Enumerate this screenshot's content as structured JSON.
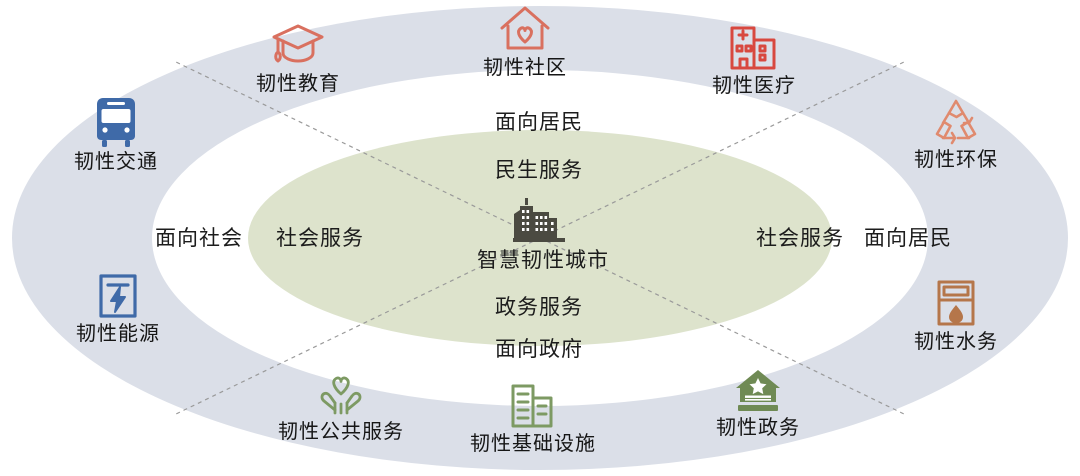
{
  "figure": {
    "type": "concentric-ring-diagram",
    "background": "#ffffff"
  },
  "colors": {
    "outer_ring": "#dbdfe8",
    "middle_ring": "#ffffff",
    "core_ellipse": "#dde3cc",
    "spoke_line": "#9a9a9a",
    "text": "#1c1c1c",
    "blue_icon": "#3f6aa8",
    "coral_icon": "#d9705f",
    "red_icon": "#d8483f",
    "salmon_icon": "#e08a6e",
    "brown_icon": "#b5764a",
    "green_icon": "#7d9a63",
    "dark_green_icon": "#6f8a54",
    "city_icon": "#4b4a41"
  },
  "core": {
    "center_label": "智慧韧性城市",
    "center_icon": "city-buildings-icon",
    "top_label": "民生服务",
    "bottom_label": "政务服务",
    "left_label": "社会服务",
    "right_label": "社会服务"
  },
  "middle_ring": {
    "top_label": "面向居民",
    "bottom_label": "面向政府",
    "left_label": "面向社会",
    "right_label": "面向居民"
  },
  "nodes": [
    {
      "label": "韧性教育",
      "icon": "graduation-cap-icon",
      "color": "#d9705f"
    },
    {
      "label": "韧性社区",
      "icon": "house-heart-icon",
      "color": "#d9705f"
    },
    {
      "label": "韧性医疗",
      "icon": "hospital-icon",
      "color": "#d8483f"
    },
    {
      "label": "韧性环保",
      "icon": "recycle-icon",
      "color": "#e08a6e"
    },
    {
      "label": "韧性水务",
      "icon": "water-meter-icon",
      "color": "#b5764a"
    },
    {
      "label": "韧性政务",
      "icon": "government-star-icon",
      "color": "#6f8a54"
    },
    {
      "label": "韧性基础设施",
      "icon": "buildings-icon",
      "color": "#7d9a63"
    },
    {
      "label": "韧性公共服务",
      "icon": "hands-heart-icon",
      "color": "#7d9a63"
    },
    {
      "label": "韧性能源",
      "icon": "energy-bolt-icon",
      "color": "#3f6aa8"
    },
    {
      "label": "韧性交通",
      "icon": "bus-icon",
      "color": "#3f6aa8"
    }
  ]
}
